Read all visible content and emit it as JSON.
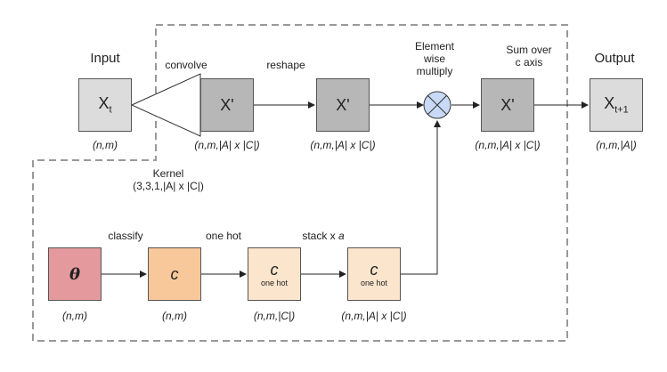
{
  "labels": {
    "input": "Input",
    "output": "Output",
    "convolve": "convolve",
    "reshape": "reshape",
    "multiply_line1": "Element",
    "multiply_line2": "wise",
    "multiply_line3": "multiply",
    "sum_line1": "Sum over",
    "sum_line2": "c axis",
    "kernel_line1": "Kernel",
    "kernel_line2": "(3,3,1,|A| x |C|)",
    "classify": "classify",
    "one_hot": "one hot",
    "stack_prefix": "stack x ",
    "stack_var": "a"
  },
  "nodes": {
    "xt": {
      "base": "X",
      "sub": "t",
      "dims": "(n,m)"
    },
    "xprime1": {
      "text": "X'",
      "dims": "(n,m,|A| x |C|)"
    },
    "xprime2": {
      "text": "X'",
      "dims": "(n,m,|A| x |C|)"
    },
    "xprime3": {
      "text": "X'",
      "dims": "(n,m,|A| x |C|)"
    },
    "xt1": {
      "base": "X",
      "sub": "t+1",
      "dims": "(n,m,|A|)"
    },
    "theta": {
      "text": "θ",
      "dims": "(n,m)"
    },
    "c1": {
      "text": "c",
      "dims": "(n,m)"
    },
    "c2": {
      "text": "c",
      "sub": "one hot",
      "dims": "(n,m,|C|)"
    },
    "c3": {
      "text": "c",
      "sub": "one hot",
      "dims": "(n,m,|A| x |C|)"
    }
  }
}
